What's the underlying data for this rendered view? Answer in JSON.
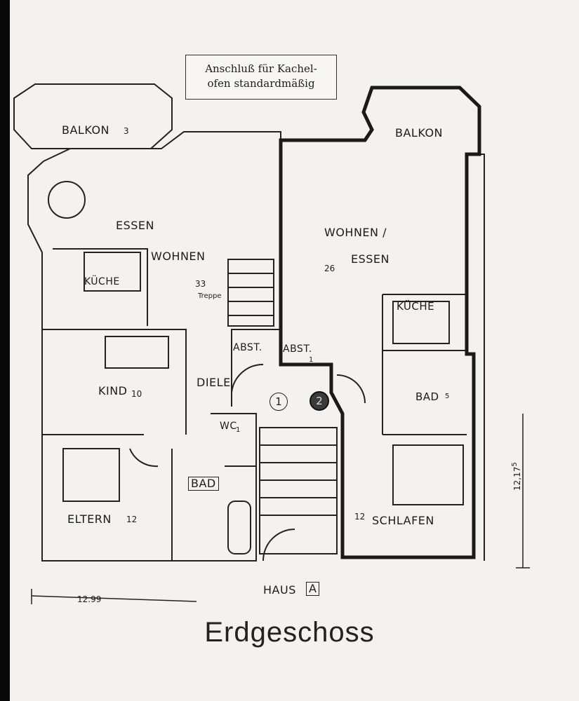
{
  "note": {
    "line1": "Anschluß für Kachel-",
    "line2": "ofen standardmäßig"
  },
  "rooms": {
    "balkon_left": "BALKON",
    "balkon_left_area": "3",
    "balkon_right": "BALKON",
    "essen": "ESSEN",
    "wohnen": "WOHNEN",
    "wohnen_area": "33",
    "treppe": "Treppe",
    "kueche_left": "KÜCHE",
    "wohnen_essen_1": "WOHNEN /",
    "wohnen_essen_2": "ESSEN",
    "wohnen_essen_area": "26",
    "kueche_right": "KÜCHE",
    "abst_left": "ABST.",
    "abst_right": "ABST.",
    "abst_right_area": "1",
    "kind": "KIND",
    "kind_area": "10",
    "diele": "DIELE",
    "wc": "WC",
    "wc_area": "1",
    "bad_left": "BAD",
    "bad_right": "BAD",
    "bad_right_area": "5",
    "eltern": "ELTERN",
    "eltern_area": "12",
    "schlafen": "SCHLAFEN",
    "schlafen_area": "12"
  },
  "markers": {
    "unit1": "1",
    "unit2": "2"
  },
  "haus": {
    "label": "HAUS",
    "letter": "A"
  },
  "dimensions": {
    "width": "12.99",
    "depth": "12,17",
    "depth_sup": "5"
  },
  "title": "Erdgeschoss",
  "colors": {
    "paper": "#f3f2ef",
    "line": "#222222",
    "highlight": "#1a1a1a"
  }
}
